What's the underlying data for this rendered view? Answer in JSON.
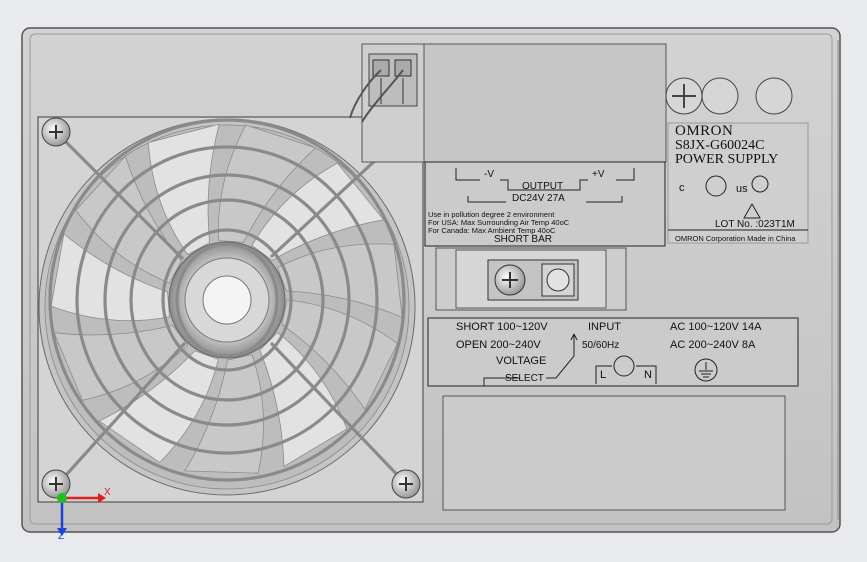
{
  "label": {
    "brand": "OMRON",
    "model": "S8JX-G60024C",
    "product": "POWER SUPPLY",
    "cert_c": "c",
    "cert_us": "us",
    "lot_no": "LOT No. :023T1M",
    "maker": "OMRON Corporation  Made in China"
  },
  "output": {
    "minus": "-V",
    "plus": "+V",
    "title": "OUTPUT",
    "rating": "DC24V 27A"
  },
  "notes": {
    "line1": "Use in pollution degree 2 environment",
    "line2": "For USA: Max Surrounding Air Temp 40oC",
    "line3": "For Canada: Max Ambient Temp 40oC",
    "short_bar": "SHORT BAR"
  },
  "input": {
    "short": "SHORT 100~120V",
    "open": "OPEN 200~240V",
    "voltage": "VOLTAGE",
    "select": "SELECT",
    "input_label": "INPUT",
    "freq": "50/60Hz",
    "ac_low": "AC 100~120V  14A",
    "ac_high": "AC 200~240V  8A",
    "term_l": "L",
    "term_n": "N"
  },
  "axes": {
    "x": "X",
    "z": "Z"
  },
  "colors": {
    "background": "#e9eaee",
    "panel": "#c9c9c9",
    "panel_edge": "#6e6e6e",
    "fan_blade": "#b9b9b9",
    "axis_x": "#e02020",
    "axis_y": "#20c020",
    "axis_z": "#2040e0"
  }
}
